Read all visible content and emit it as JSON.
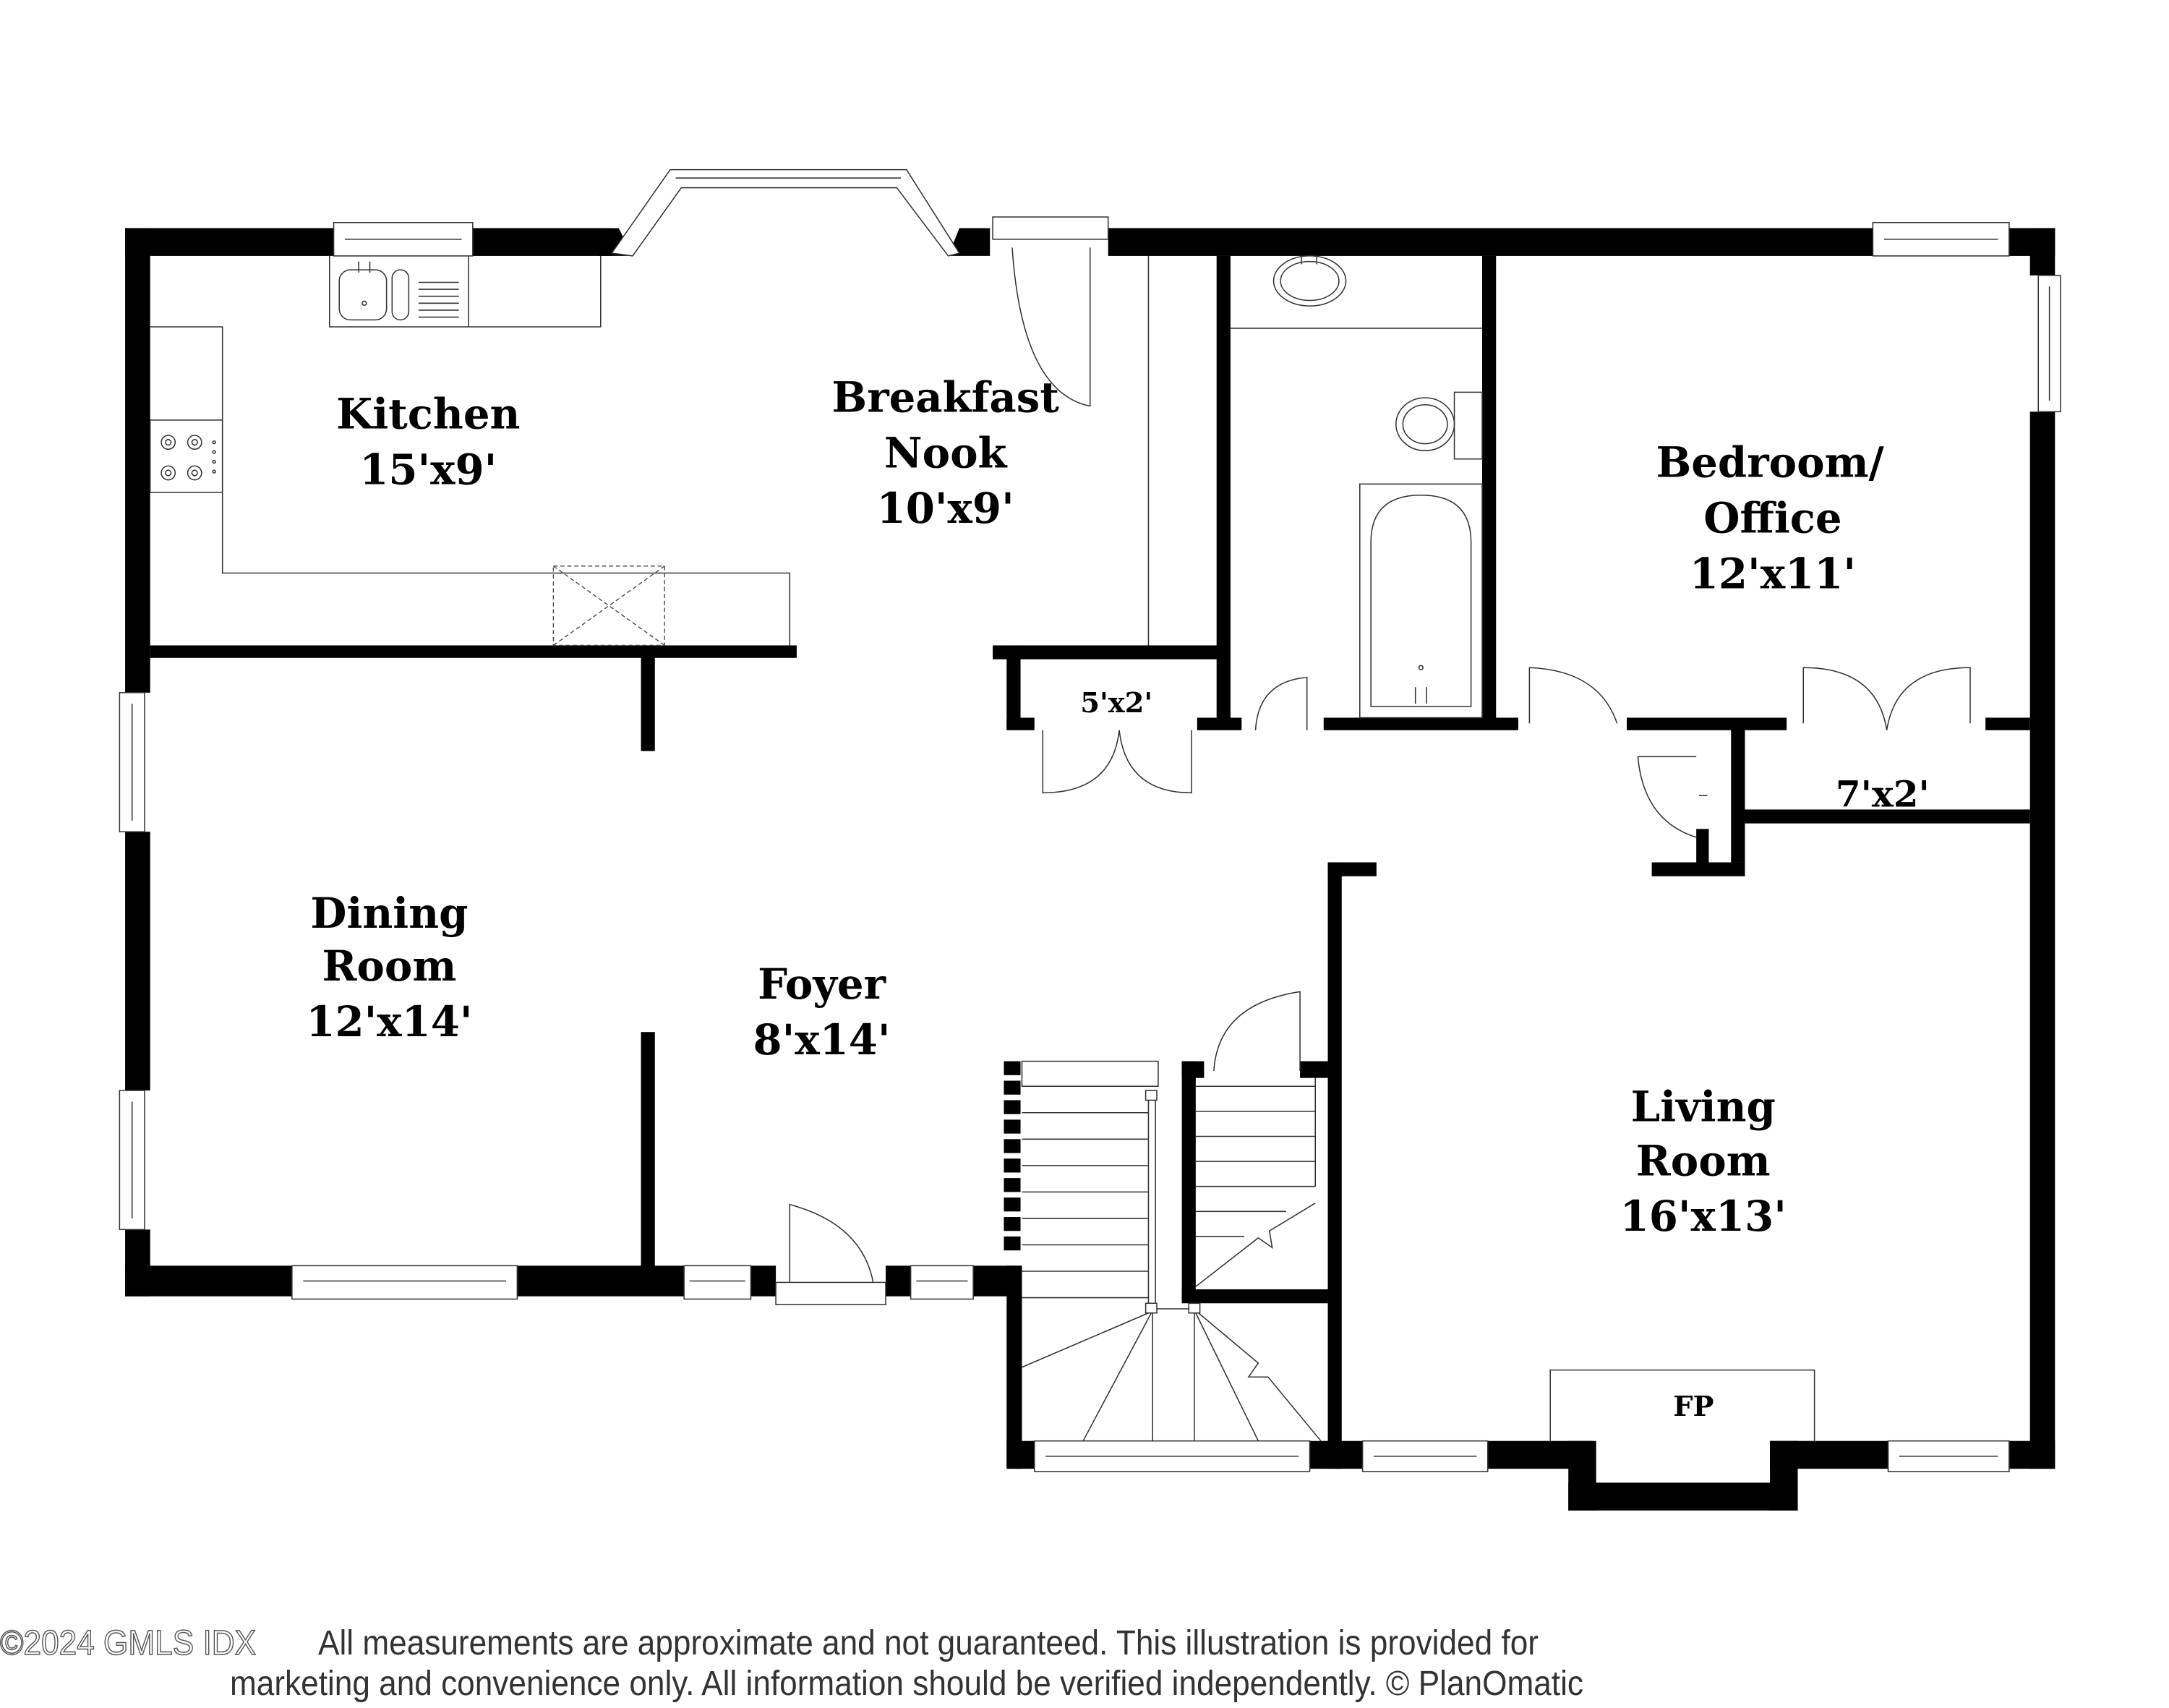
{
  "plan": {
    "rooms": [
      {
        "id": "kitchen",
        "name_lines": [
          "Kitchen"
        ],
        "dimensions": "15'x9'"
      },
      {
        "id": "breakfast-nook",
        "name_lines": [
          "Breakfast",
          "Nook"
        ],
        "dimensions": "10'x9'"
      },
      {
        "id": "bedroom-office",
        "name_lines": [
          "Bedroom/",
          "Office"
        ],
        "dimensions": "12'x11'"
      },
      {
        "id": "dining-room",
        "name_lines": [
          "Dining",
          "Room"
        ],
        "dimensions": "12'x14'"
      },
      {
        "id": "foyer",
        "name_lines": [
          "Foyer"
        ],
        "dimensions": "8'x14'"
      },
      {
        "id": "living-room",
        "name_lines": [
          "Living",
          "Room"
        ],
        "dimensions": "16'x13'"
      },
      {
        "id": "closet-hall",
        "name_lines": [],
        "dimensions": "5'x2'"
      },
      {
        "id": "closet-bedroom",
        "name_lines": [],
        "dimensions": "7'x2'"
      }
    ],
    "fixtures": {
      "fireplace": "FP"
    }
  },
  "footer": {
    "watermark": "©2024 GMLS IDX",
    "disclaimer_line1": "All measurements are approximate and not guaranteed. This illustration is provided for",
    "disclaimer_line2": "marketing and convenience only. All information should be verified independently. © PlanOmatic"
  }
}
